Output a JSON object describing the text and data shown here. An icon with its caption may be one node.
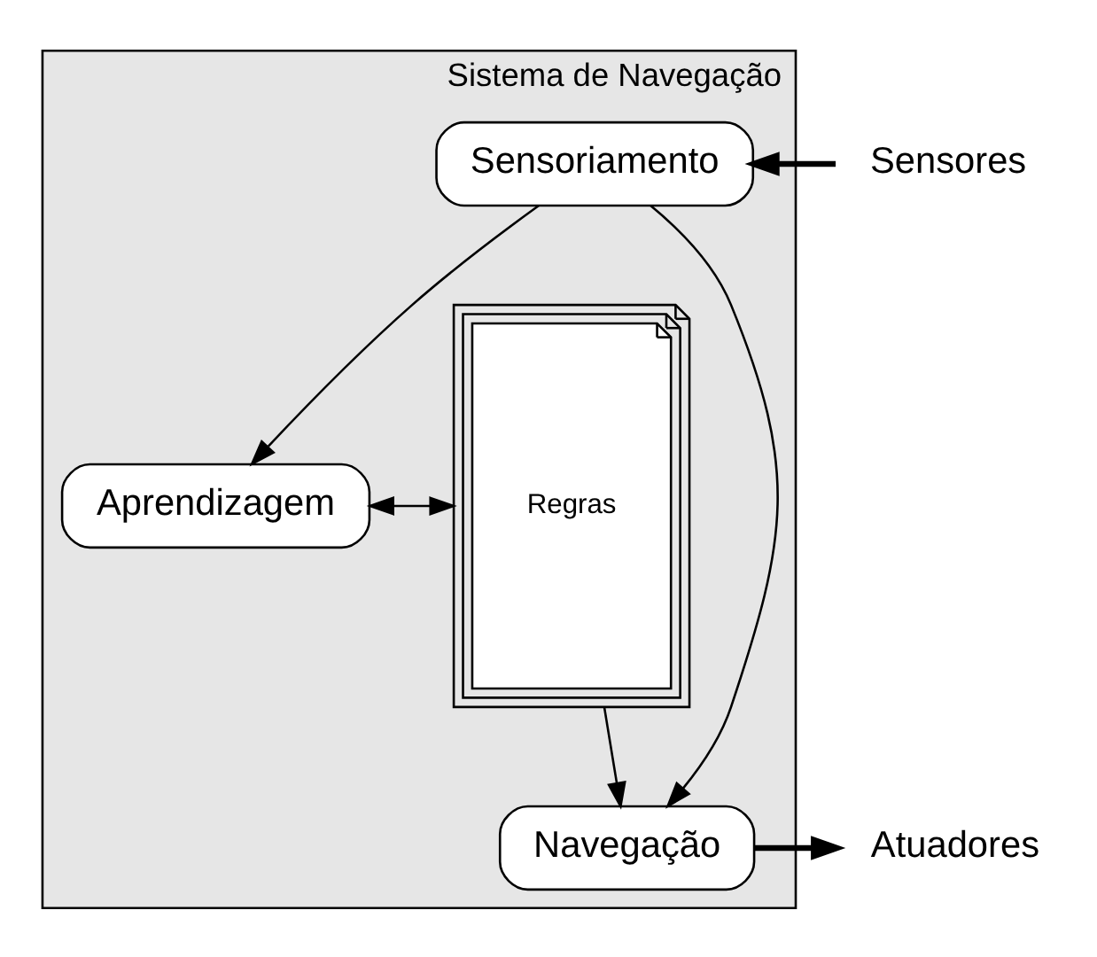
{
  "diagram": {
    "nodes": [
      {
        "text": [
          "Sistema de Navegação"
        ]
      },
      {
        "text": [
          "Aprendizagem"
        ],
        "in": 0
      },
      {
        "text": [
          "Sensoriamento"
        ],
        "in": 0
      },
      {
        "text": [
          "Navegação"
        ],
        "in": 0
      },
      {
        "text": [
          "Regras"
        ],
        "in": 0
      },
      {
        "text": [
          "Sensores"
        ]
      },
      {
        "text": [
          "Atuadores"
        ]
      }
    ],
    "edges": [
      {
        "from": 5,
        "to": 2,
        "arrow": "to",
        "style": "thick"
      },
      {
        "from": 2,
        "to": 1,
        "arrow": "to"
      },
      {
        "from": 2,
        "to": 3,
        "arrow": "to"
      },
      {
        "from": 1,
        "to": 4,
        "arrow": "both"
      },
      {
        "from": 4,
        "to": 3,
        "arrow": "to"
      },
      {
        "from": 3,
        "to": 6,
        "arrow": "to",
        "style": "thick"
      }
    ]
  }
}
